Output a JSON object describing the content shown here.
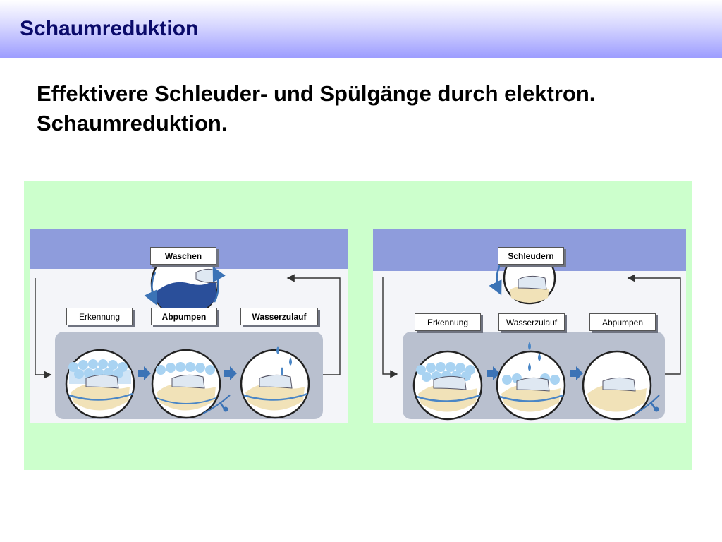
{
  "slide": {
    "title": "Schaumreduktion",
    "subtitle": "Effektivere Schleuder- und Spülgänge durch elektron. Schaumreduktion."
  },
  "panels": [
    {
      "phase": "Waschen",
      "steps": [
        "Erkennung",
        "Abpumpen",
        "Wasserzulauf"
      ]
    },
    {
      "phase": "Schleudern",
      "steps": [
        "Erkennung",
        "Wasserzulauf",
        "Abpumpen"
      ]
    }
  ],
  "colors": {
    "title_text": "#0a0a6a",
    "green_background": "#ccffcc",
    "header_band": "#8e9cdc",
    "process_box": "#b9c0cf",
    "water": "#4a86c6",
    "foam": "#a9d3f2"
  }
}
